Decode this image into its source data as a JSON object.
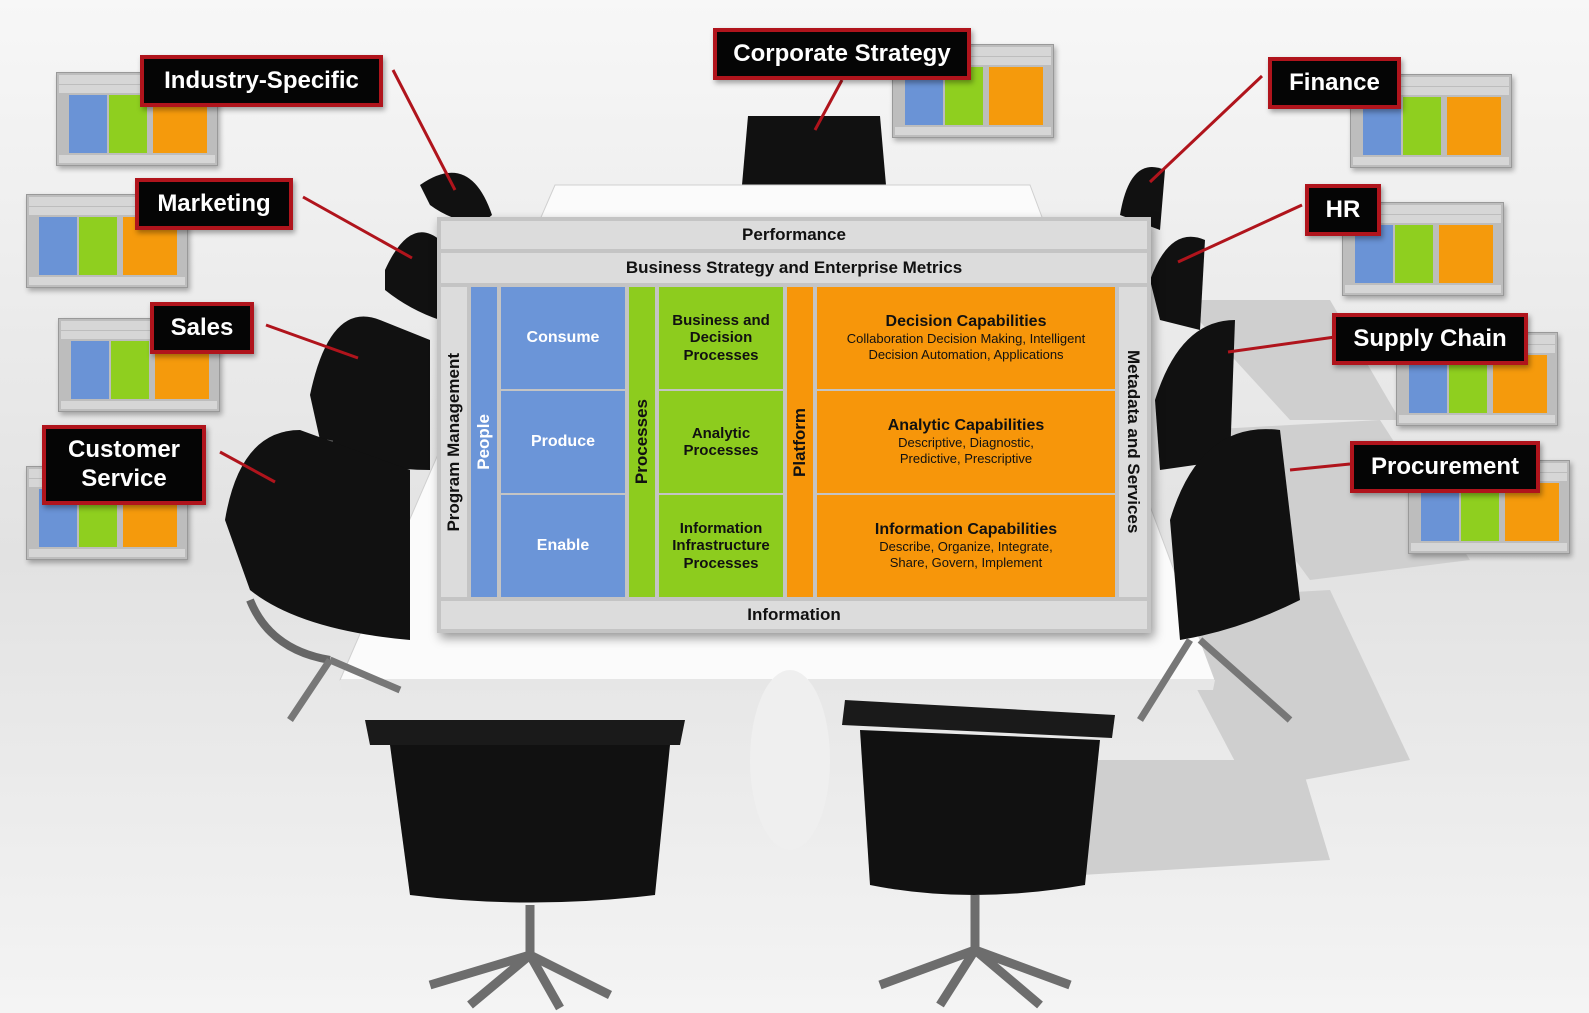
{
  "labels": {
    "industry_specific": "Industry-Specific",
    "corporate_strategy": "Corporate Strategy",
    "finance": "Finance",
    "marketing": "Marketing",
    "hr": "HR",
    "sales": "Sales",
    "supply_chain": "Supply Chain",
    "customer_service": "Customer Service",
    "procurement": "Procurement"
  },
  "framework": {
    "performance": "Performance",
    "business_strategy": "Business Strategy and Enterprise Metrics",
    "program_management": "Program Management",
    "people": "People",
    "people_items": [
      "Consume",
      "Produce",
      "Enable"
    ],
    "processes": "Processes",
    "process_items": [
      "Business and Decision Processes",
      "Analytic Processes",
      "Information Infrastructure Processes"
    ],
    "platform": "Platform",
    "capabilities": [
      {
        "title": "Decision Capabilities",
        "desc": "Collaboration Decision Making, Intelligent Decision Automation, Applications"
      },
      {
        "title": "Analytic Capabilities",
        "desc": "Descriptive, Diagnostic, Predictive, Prescriptive"
      },
      {
        "title": "Information Capabilities",
        "desc": "Describe, Organize, Integrate, Share, Govern, Implement"
      }
    ],
    "metadata": "Metadata and Services",
    "information": "Information"
  },
  "colors": {
    "label_bg": "#050505",
    "label_border": "#b0141c",
    "connector": "#b0141c",
    "people": "#6b95d8",
    "processes": "#8dcc1e",
    "platform": "#f7960a",
    "band": "#dcdcdc"
  }
}
